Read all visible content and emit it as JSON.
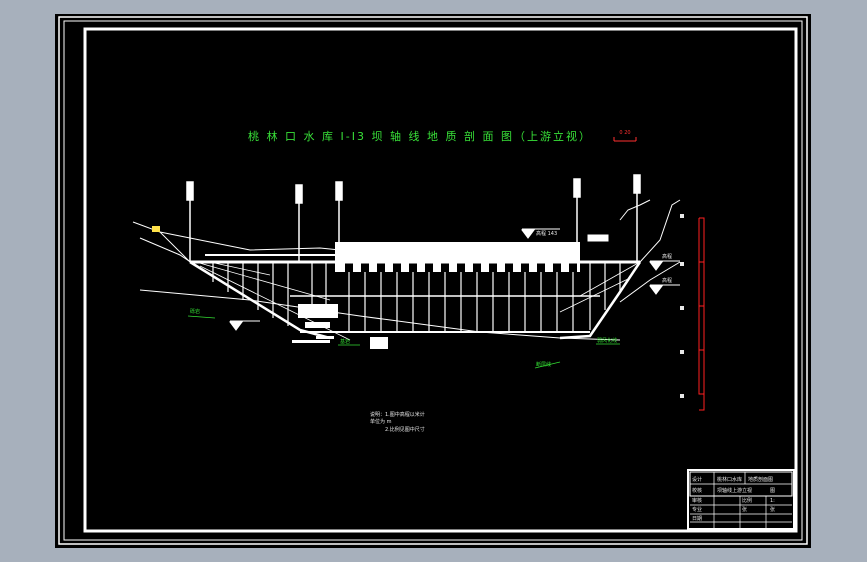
{
  "title": "桃 林 口 水 库 Ⅰ-Ⅰ3 坝 轴 线 地 质 剖 面 图（上游立视）",
  "scale_label": "0   20",
  "notes": {
    "line1": "说明：1.图中高程以米计",
    "line2": "单位为 m",
    "line3": "2.比例见图中尺寸"
  },
  "annotations": {
    "rock_left": "砾岩",
    "bedrock": "基岩",
    "fault_line": "断层线",
    "weathered_line": "弱风化线",
    "upper_elev": "高程 143",
    "right_elev_1": "高程",
    "right_elev_2": "高程"
  },
  "title_block": {
    "row1": [
      "设计",
      "桃林口水库",
      "地质剖面图"
    ],
    "row2": [
      "校核",
      "坝轴线上游立视",
      "图"
    ],
    "row3": [
      "审核",
      "比例",
      "1:"
    ],
    "row4": [
      "专业",
      "张",
      "张"
    ],
    "row5": [
      "日期",
      "",
      ""
    ]
  },
  "colors": {
    "background": "#000000",
    "frame": "#ffffff",
    "title": "#38e038",
    "annotation": "#33dd33",
    "elevation_bar": "#ff2020",
    "section": "#ffffff"
  }
}
